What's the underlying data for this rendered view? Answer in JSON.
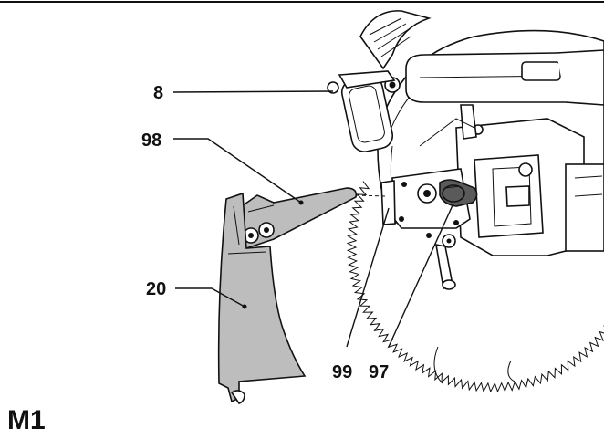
{
  "figure": {
    "label": "M1",
    "callouts": [
      {
        "id": "8",
        "text": "8"
      },
      {
        "id": "98",
        "text": "98"
      },
      {
        "id": "20",
        "text": "20"
      },
      {
        "id": "99",
        "text": "99"
      },
      {
        "id": "97",
        "text": "97"
      }
    ]
  },
  "colors": {
    "ink": "#111111",
    "part_fill": "#bdbdbd",
    "dark_fill": "#5a5a5a",
    "background": "#ffffff"
  },
  "icons": {
    "diagram": "miter-saw-blade-guard-assembly"
  }
}
